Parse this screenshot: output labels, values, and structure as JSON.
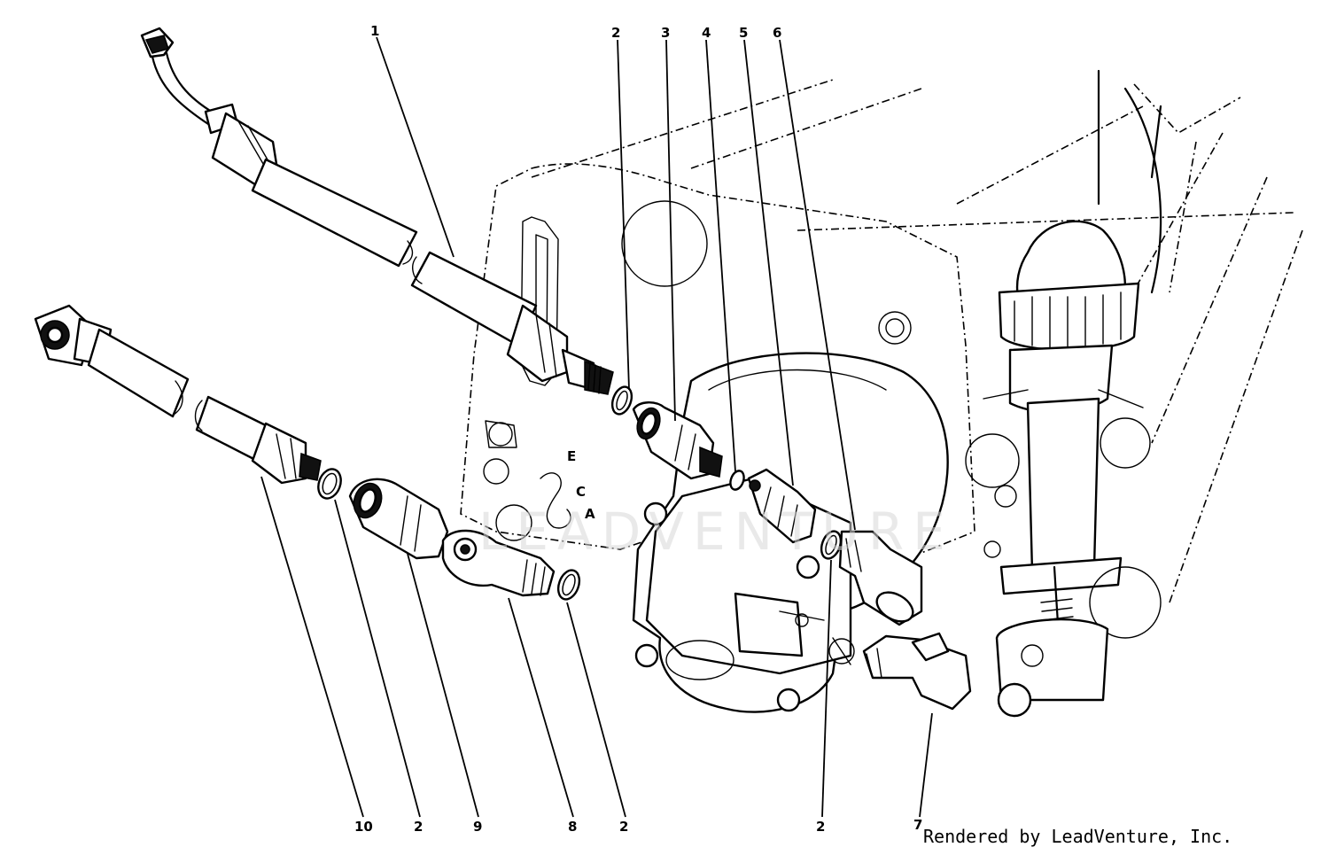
{
  "diagram": {
    "callouts": [
      "1",
      "2",
      "3",
      "4",
      "5",
      "6",
      "10",
      "2",
      "9",
      "8",
      "2",
      "2",
      "7"
    ],
    "plate_letters": [
      "E",
      "C",
      "A"
    ],
    "watermark": "LEADVENTURE",
    "credit": "Rendered by LeadVenture, Inc."
  }
}
